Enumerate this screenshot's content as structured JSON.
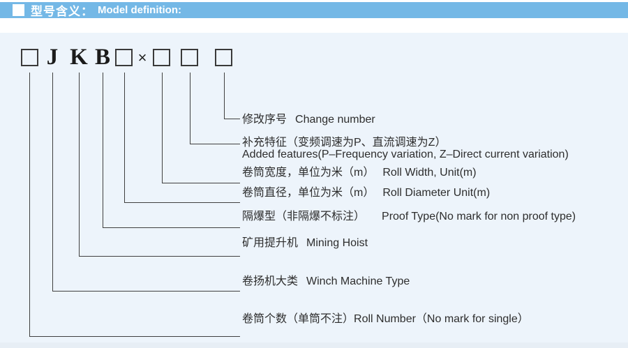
{
  "header": {
    "title_cn": "型号含义：",
    "title_en": "Model definition:"
  },
  "code": {
    "letters": [
      "J",
      "K",
      "B"
    ],
    "multiply_sign": "×",
    "box_count": 5
  },
  "labels": [
    {
      "id": "change-number",
      "cn": "修改序号",
      "en": "Change number"
    },
    {
      "id": "added-features",
      "cn": "补充特征（变频调速为P、直流调速为Z）",
      "en": "Added features(P–Frequency variation, Z–Direct current variation)"
    },
    {
      "id": "roll-width",
      "cn": "卷筒宽度，单位为米（m）",
      "en": "Roll Width, Unit(m)"
    },
    {
      "id": "roll-diameter",
      "cn": "卷筒直径，单位为米（m）",
      "en": "Roll Diameter Unit(m)"
    },
    {
      "id": "proof-type",
      "cn": "隔爆型（非隔爆不标注）",
      "en": "Proof Type(No mark for non proof type)"
    },
    {
      "id": "mining-hoist",
      "cn": "矿用提升机",
      "en": "Mining Hoist"
    },
    {
      "id": "winch-type",
      "cn": "卷扬机大类",
      "en": "Winch Machine Type"
    },
    {
      "id": "roll-number",
      "cn": "卷筒个数（单筒不注）",
      "en": "Roll Number（No mark for single）"
    }
  ],
  "colors": {
    "header_bar": "#74b8e6",
    "panel_background": "#edf4fb",
    "line": "#3f3f3f",
    "text": "#2d2d2d"
  }
}
